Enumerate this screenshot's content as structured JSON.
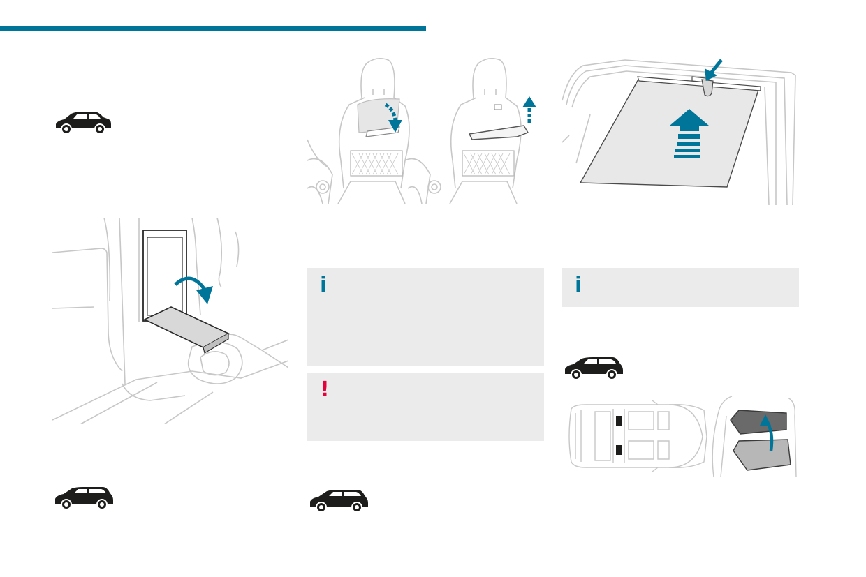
{
  "colors": {
    "accent": "#00759a",
    "warning": "#e4003a",
    "box_background": "#ebebeb",
    "line_art": "#c7c7c7",
    "car_silhouette": "#1d1d1b"
  },
  "header": {
    "rule_color": "#00759a"
  },
  "icons": {
    "info_glyph": "i",
    "warning_glyph": "!",
    "car": "suv-silhouette-icon",
    "estate": "estate-silhouette-icon"
  },
  "illustrations": [
    "armrest-ski-hatch",
    "seat-back-table-folding",
    "side-window-sun-blind",
    "floor-storage-plan-and-lid"
  ]
}
